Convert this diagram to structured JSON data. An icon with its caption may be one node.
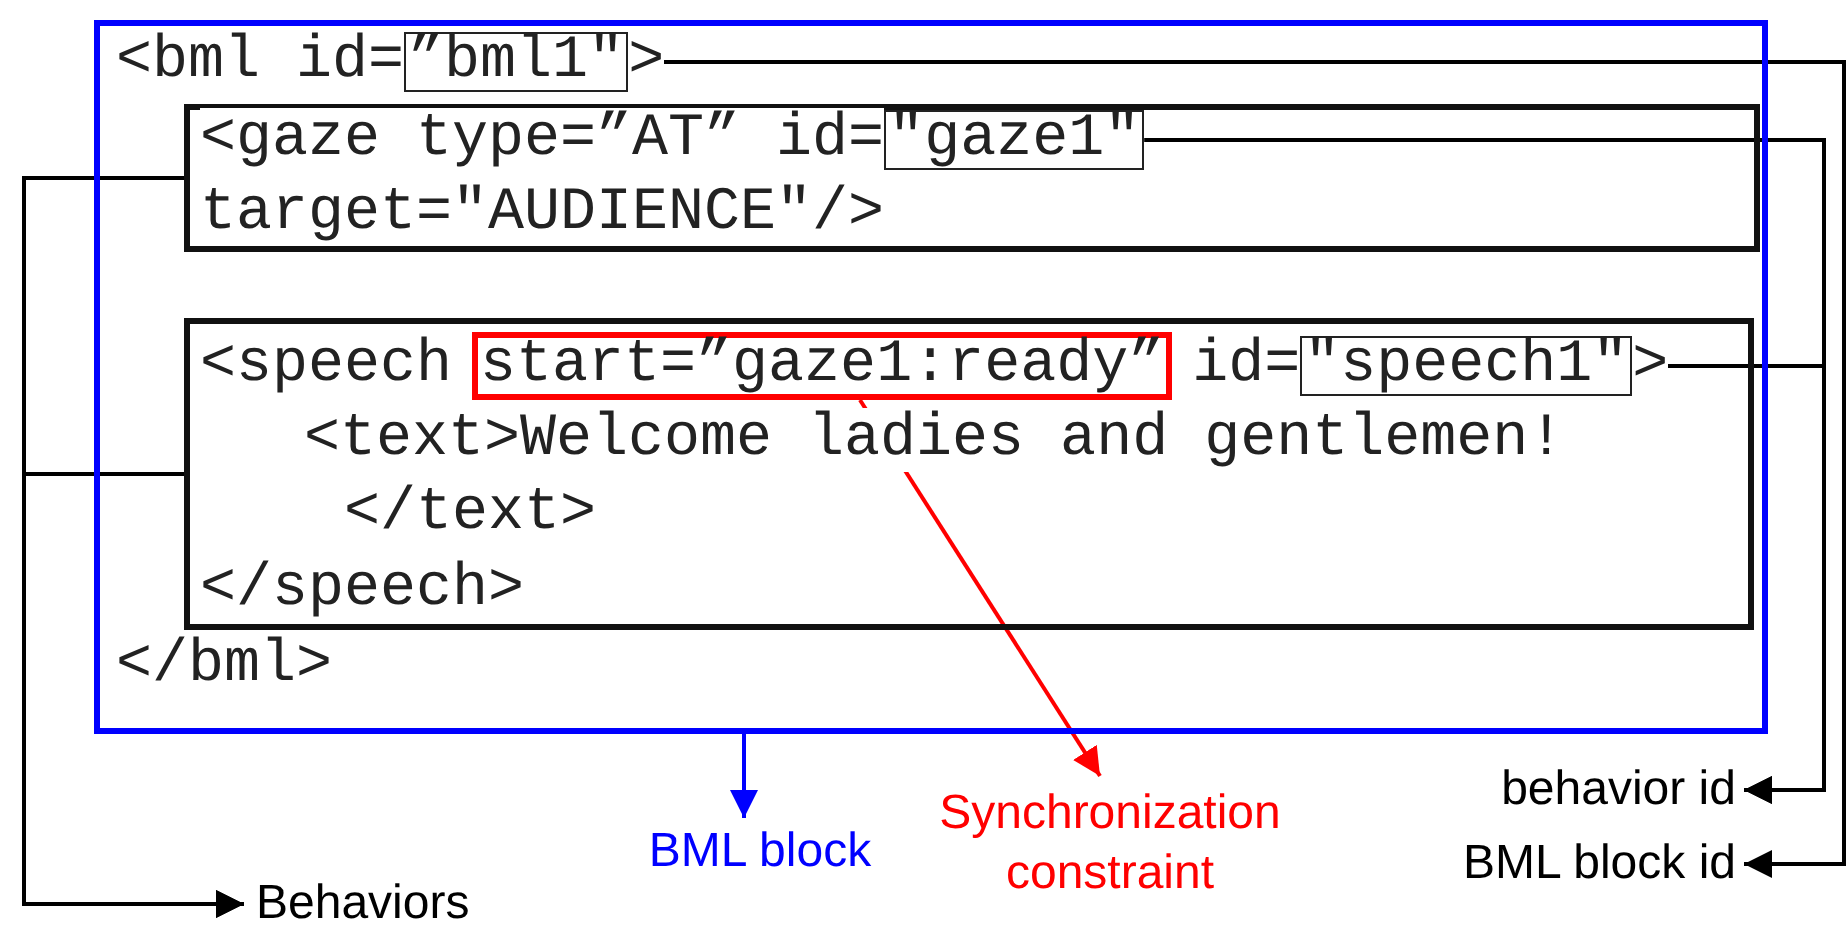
{
  "diagram": {
    "nodes": [
      {
        "text": [
          "<bml id=",
          ">",
          "</bml>"
        ]
      },
      {
        "text": [
          "”bml1\""
        ],
        "in": 0
      },
      {
        "text": [
          "<gaze type=”AT” id=",
          "target=\"AUDIENCE\"/>"
        ],
        "in": 0
      },
      {
        "text": [
          "\"gaze1\""
        ],
        "in": 2
      },
      {
        "text": [
          "<speech",
          "id=",
          ">",
          "<text>Welcome ladies and gentlemen!",
          "</text>",
          "</speech>"
        ],
        "in": 0
      },
      {
        "text": [
          "start=”gaze1:ready”"
        ],
        "in": 4
      },
      {
        "text": [
          "\"speech1\""
        ],
        "in": 4
      },
      {
        "text": [
          "BML block"
        ]
      },
      {
        "text": [
          "Synchronization constraint"
        ]
      },
      {
        "text": [
          "behavior id"
        ]
      },
      {
        "text": [
          "BML block id"
        ]
      },
      {
        "text": [
          "Behaviors"
        ]
      }
    ],
    "edges": [
      {
        "from": 0,
        "to": 7,
        "arrow": "to",
        "color": "#0000ff"
      },
      {
        "from": 5,
        "to": 8,
        "arrow": "to",
        "color": "#ff0000"
      },
      {
        "from": 3,
        "to": 9,
        "arrow": "to"
      },
      {
        "from": 6,
        "to": 9,
        "arrow": "to"
      },
      {
        "from": 1,
        "to": 10,
        "arrow": "to"
      },
      {
        "from": 2,
        "to": 11,
        "arrow": "to"
      },
      {
        "from": 4,
        "to": 11,
        "arrow": "to"
      }
    ]
  }
}
